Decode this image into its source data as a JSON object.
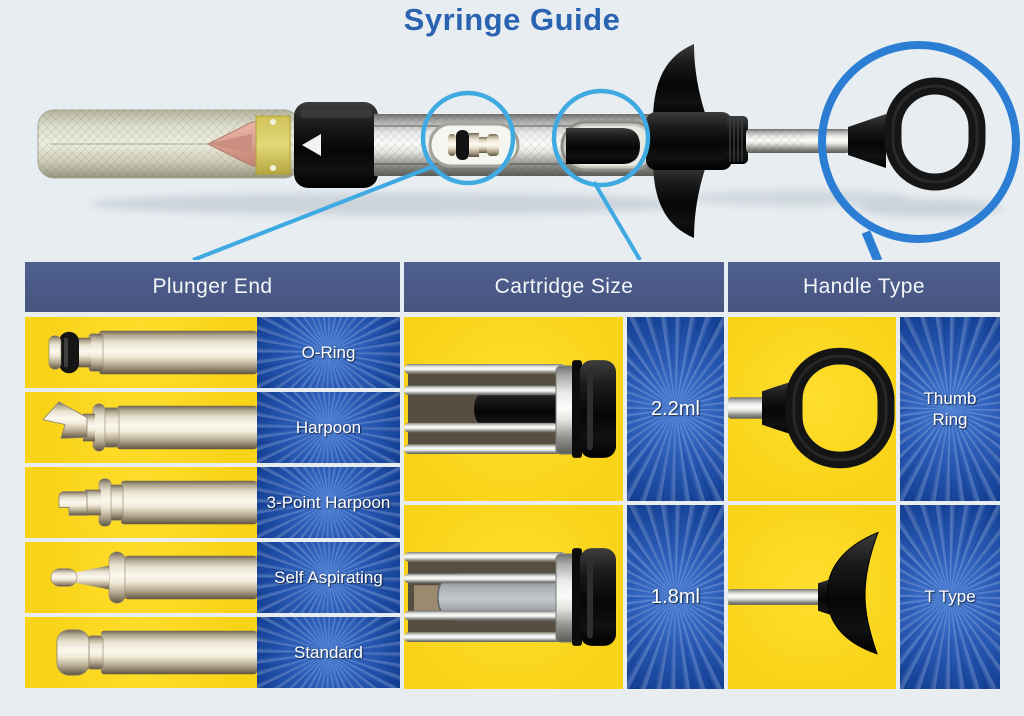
{
  "title": "Syringe Guide",
  "hero": {
    "callouts": [
      "plunger-end-window",
      "cartridge-window",
      "thumb-ring-handle"
    ]
  },
  "table": {
    "columns": [
      {
        "header": "Plunger End",
        "rows": [
          {
            "label": "O-Ring",
            "image": "o-ring-plunger"
          },
          {
            "label": "Harpoon",
            "image": "harpoon-plunger"
          },
          {
            "label": "3-Point Harpoon",
            "image": "three-point-harpoon-plunger"
          },
          {
            "label": "Self Aspirating",
            "image": "self-aspirating-plunger"
          },
          {
            "label": "Standard",
            "image": "standard-plunger"
          }
        ]
      },
      {
        "header": "Cartridge Size",
        "rows": [
          {
            "label": "2.2ml",
            "image": "cartridge-2-2ml"
          },
          {
            "label": "1.8ml",
            "image": "cartridge-1-8ml"
          }
        ]
      },
      {
        "header": "Handle Type",
        "rows": [
          {
            "label": "Thumb Ring",
            "image": "thumb-ring-handle"
          },
          {
            "label": "T Type",
            "image": "t-type-handle"
          }
        ]
      }
    ]
  },
  "colors": {
    "background": "#e7edf1",
    "title_blue": "#2a63b0",
    "header_blue": "#4c5a86",
    "cell_blue": "#1d4fa8",
    "yellow": "#fbd71e",
    "callout_light_blue": "#3fa9e1",
    "callout_deep_blue": "#2b7ed3"
  }
}
